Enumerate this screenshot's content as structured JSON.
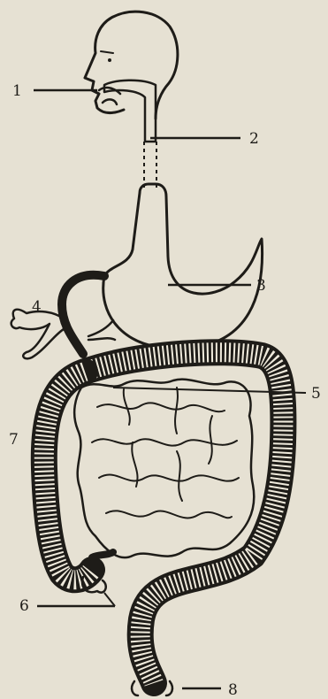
{
  "figure": {
    "background": "#e6e1d3",
    "ink_color": "#1e1c18",
    "labels": [
      {
        "id": "mouth",
        "text": "1"
      },
      {
        "id": "esophagus",
        "text": "2"
      },
      {
        "id": "stomach",
        "text": "3"
      },
      {
        "id": "liver-duct",
        "text": "4"
      },
      {
        "id": "small-intestine",
        "text": "5"
      },
      {
        "id": "appendix",
        "text": "6"
      },
      {
        "id": "large-intestine",
        "text": "7"
      },
      {
        "id": "anus",
        "text": "8"
      }
    ]
  }
}
